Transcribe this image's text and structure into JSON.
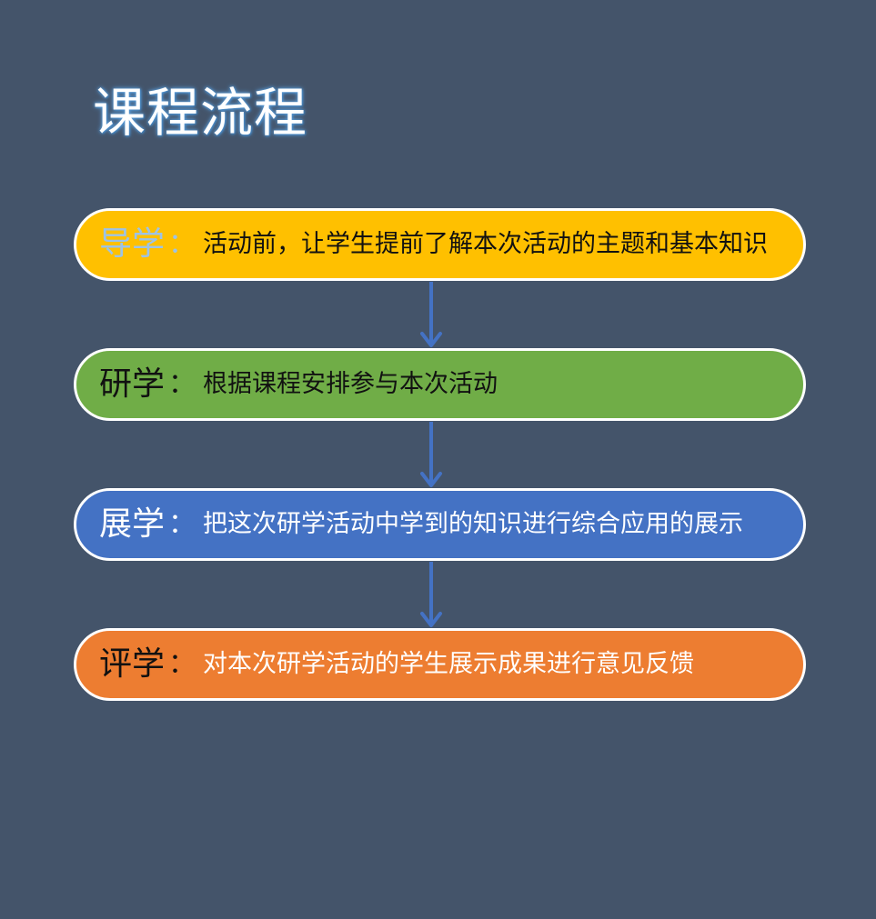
{
  "title": "课程流程",
  "steps": [
    {
      "label": "导学",
      "separator": "：",
      "description": "活动前，让学生提前了解本次活动的主题和基本知识",
      "color": "#ffc000"
    },
    {
      "label": "研学",
      "separator": "：",
      "description": "根据课程安排参与本次活动",
      "color": "#70ad47"
    },
    {
      "label": "展学",
      "separator": "：",
      "description": "把这次研学活动中学到的知识进行综合应用的展示",
      "color": "#4472c4"
    },
    {
      "label": "评学",
      "separator": "：",
      "description": "对本次研学活动的学生展示成果进行意见反馈",
      "color": "#ed7d31"
    }
  ],
  "connector_color": "#4472c4",
  "background_color": "#44546a",
  "icons": [
    "arrow-down-icon"
  ]
}
